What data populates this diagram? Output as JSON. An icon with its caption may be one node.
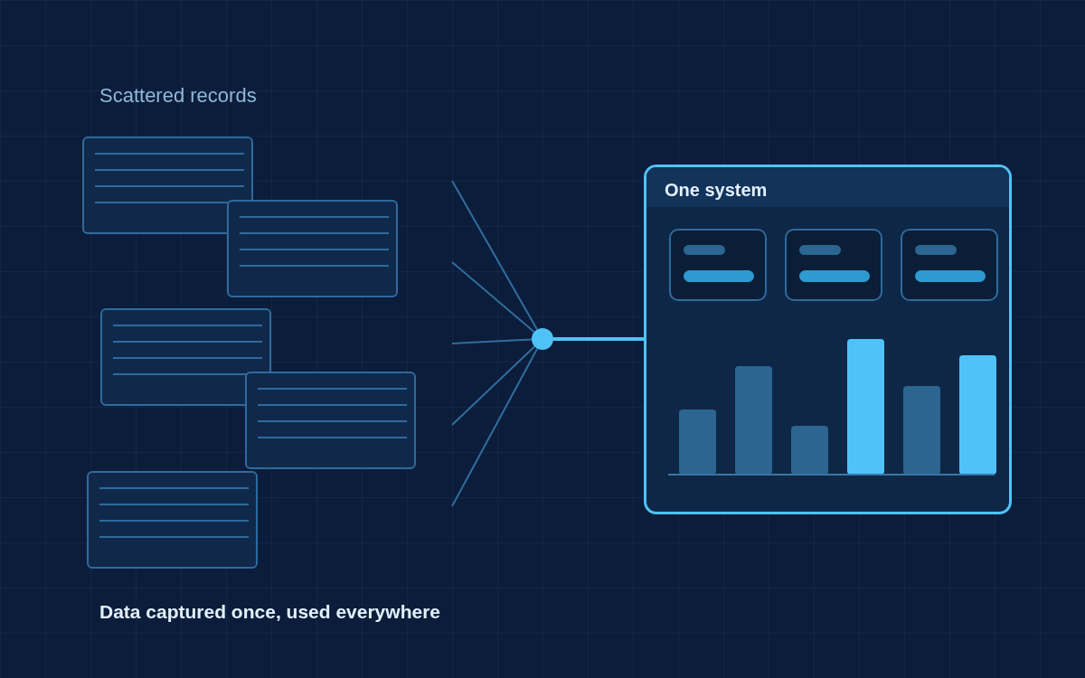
{
  "diagram": {
    "title": "Scattered records",
    "caption": "Data captured once, used everywhere",
    "nodes": [
      {
        "text": [],
        "shape": "box"
      },
      {
        "text": [],
        "shape": "box"
      },
      {
        "text": [],
        "shape": "box"
      },
      {
        "text": [],
        "shape": "box"
      },
      {
        "text": [],
        "shape": "box"
      },
      {
        "text": [],
        "shape": "circle"
      },
      {
        "text": [
          "One system"
        ]
      },
      {
        "text": [],
        "shape": "box",
        "in": 6
      },
      {
        "text": [],
        "shape": "box",
        "in": 6
      },
      {
        "text": [],
        "shape": "box",
        "in": 6
      }
    ],
    "edges": [
      {
        "from": null,
        "to": 5,
        "arrow": "none"
      },
      {
        "from": null,
        "to": 5,
        "arrow": "none"
      },
      {
        "from": null,
        "to": 5,
        "arrow": "none"
      },
      {
        "from": null,
        "to": 5,
        "arrow": "none"
      },
      {
        "from": null,
        "to": 5,
        "arrow": "none"
      },
      {
        "from": 5,
        "to": 6,
        "arrow": "none",
        "style": "thick",
        "color": "#4fc3f7"
      }
    ]
  }
}
